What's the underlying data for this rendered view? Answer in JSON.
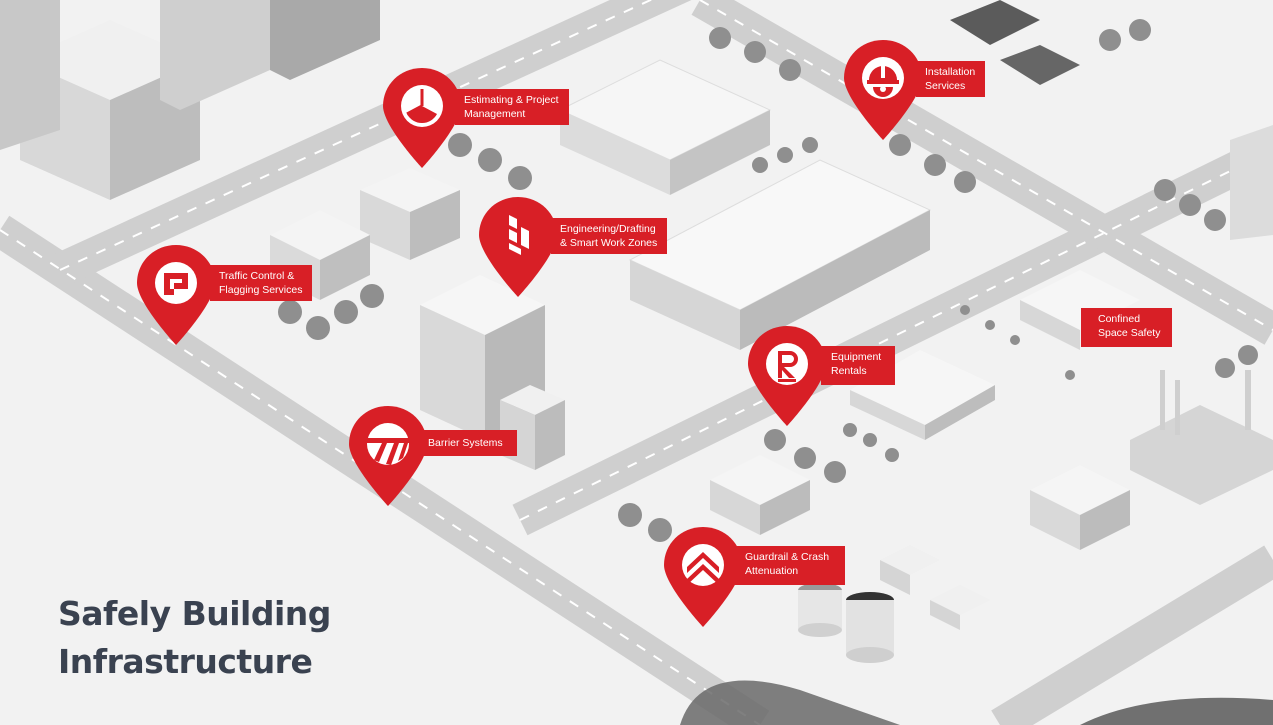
{
  "headline": {
    "line1": "Safely Building",
    "line2": "Infrastructure"
  },
  "colors": {
    "brand_red": "#d81f26",
    "headline_text": "#3a4250",
    "road": "#c9c9c9",
    "block": "#ffffff"
  },
  "services": [
    {
      "id": "estimating",
      "icon": "pie-chart-icon",
      "label_lines": [
        "Estimating & Project",
        "Management"
      ]
    },
    {
      "id": "installation",
      "icon": "hard-hat-gear-icon",
      "label_lines": [
        "Installation",
        "Services"
      ]
    },
    {
      "id": "engineering",
      "icon": "drafting-icon",
      "label_lines": [
        "Engineering/Drafting",
        "& Smart Work Zones"
      ]
    },
    {
      "id": "traffic",
      "icon": "flag-icon",
      "label_lines": [
        "Traffic Control &",
        "Flagging Services"
      ]
    },
    {
      "id": "confined",
      "icon": "",
      "label_lines": [
        "Confined",
        "Space Safety"
      ]
    },
    {
      "id": "equipment",
      "icon": "r-letter-icon",
      "label_lines": [
        "Equipment",
        "Rentals"
      ]
    },
    {
      "id": "barrier",
      "icon": "barrier-stripes-icon",
      "label_lines": [
        "Barrier Systems"
      ]
    },
    {
      "id": "guardrail",
      "icon": "chevrons-up-icon",
      "label_lines": [
        "Guardrail & Crash",
        "Attenuation"
      ]
    }
  ]
}
